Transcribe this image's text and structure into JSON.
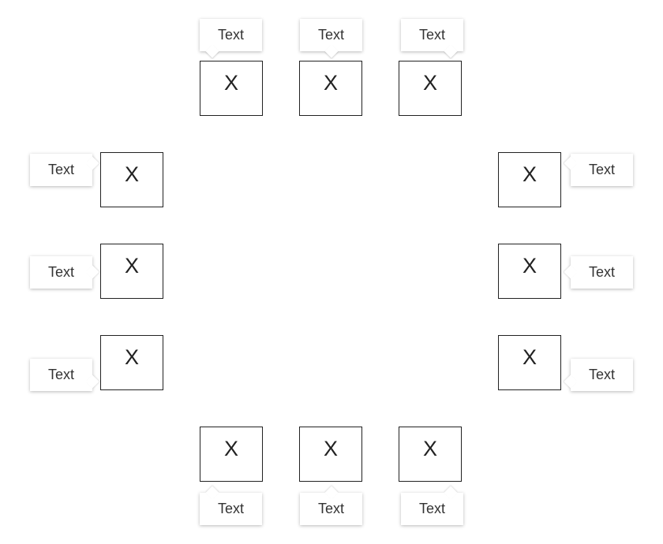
{
  "placements": [
    {
      "id": "top-left",
      "button_label": "X",
      "tooltip_text": "Text"
    },
    {
      "id": "top",
      "button_label": "X",
      "tooltip_text": "Text"
    },
    {
      "id": "top-right",
      "button_label": "X",
      "tooltip_text": "Text"
    },
    {
      "id": "left-top",
      "button_label": "X",
      "tooltip_text": "Text"
    },
    {
      "id": "left",
      "button_label": "X",
      "tooltip_text": "Text"
    },
    {
      "id": "left-bottom",
      "button_label": "X",
      "tooltip_text": "Text"
    },
    {
      "id": "right-top",
      "button_label": "X",
      "tooltip_text": "Text"
    },
    {
      "id": "right",
      "button_label": "X",
      "tooltip_text": "Text"
    },
    {
      "id": "right-bottom",
      "button_label": "X",
      "tooltip_text": "Text"
    },
    {
      "id": "bottom-left",
      "button_label": "X",
      "tooltip_text": "Text"
    },
    {
      "id": "bottom",
      "button_label": "X",
      "tooltip_text": "Text"
    },
    {
      "id": "bottom-right",
      "button_label": "X",
      "tooltip_text": "Text"
    }
  ],
  "colors": {
    "border": "#222222",
    "text": "#333333",
    "background": "#ffffff"
  }
}
